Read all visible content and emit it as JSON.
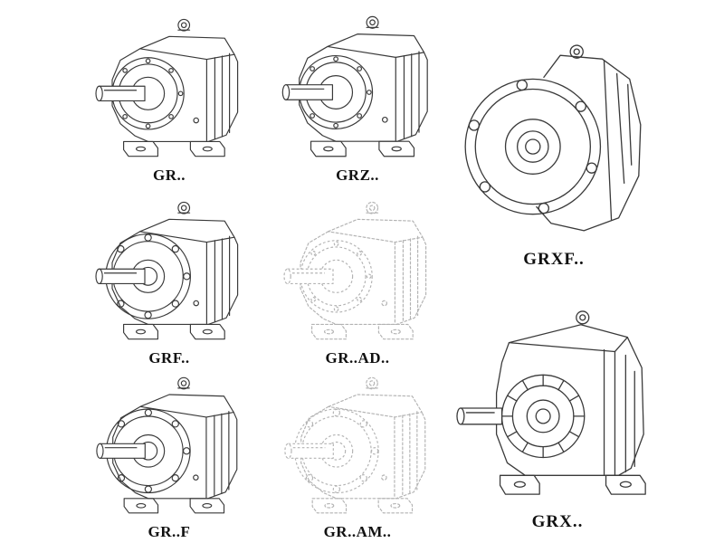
{
  "colors": {
    "line": "#3a3a3a",
    "ghost_line": "#b3b3b3",
    "label_text": "#111111",
    "background": "#ffffff"
  },
  "models": [
    {
      "label": "GR..",
      "drawing": "foot-mounted-helical-gear-unit",
      "line_style": "solid"
    },
    {
      "label": "GRZ..",
      "drawing": "foot-mounted-helical-gear-unit",
      "line_style": "solid"
    },
    {
      "label": "GRXF..",
      "drawing": "flange-mounted-helical-gear-unit",
      "line_style": "solid"
    },
    {
      "label": "GRF..",
      "drawing": "foot-and-flange-helical-gear-unit",
      "line_style": "solid"
    },
    {
      "label": "GR..AD..",
      "drawing": "helical-gear-unit-with-input-adapter",
      "line_style": "dashed-ghost"
    },
    {
      "label": "GR..F",
      "drawing": "foot-and-flange-helical-gear-unit",
      "line_style": "solid"
    },
    {
      "label": "GR..AM..",
      "drawing": "helical-gear-unit-with-motor-adapter-flange",
      "line_style": "dashed-ghost"
    },
    {
      "label": "GRX..",
      "drawing": "large-foot-mounted-helical-gear-unit",
      "line_style": "solid"
    }
  ]
}
